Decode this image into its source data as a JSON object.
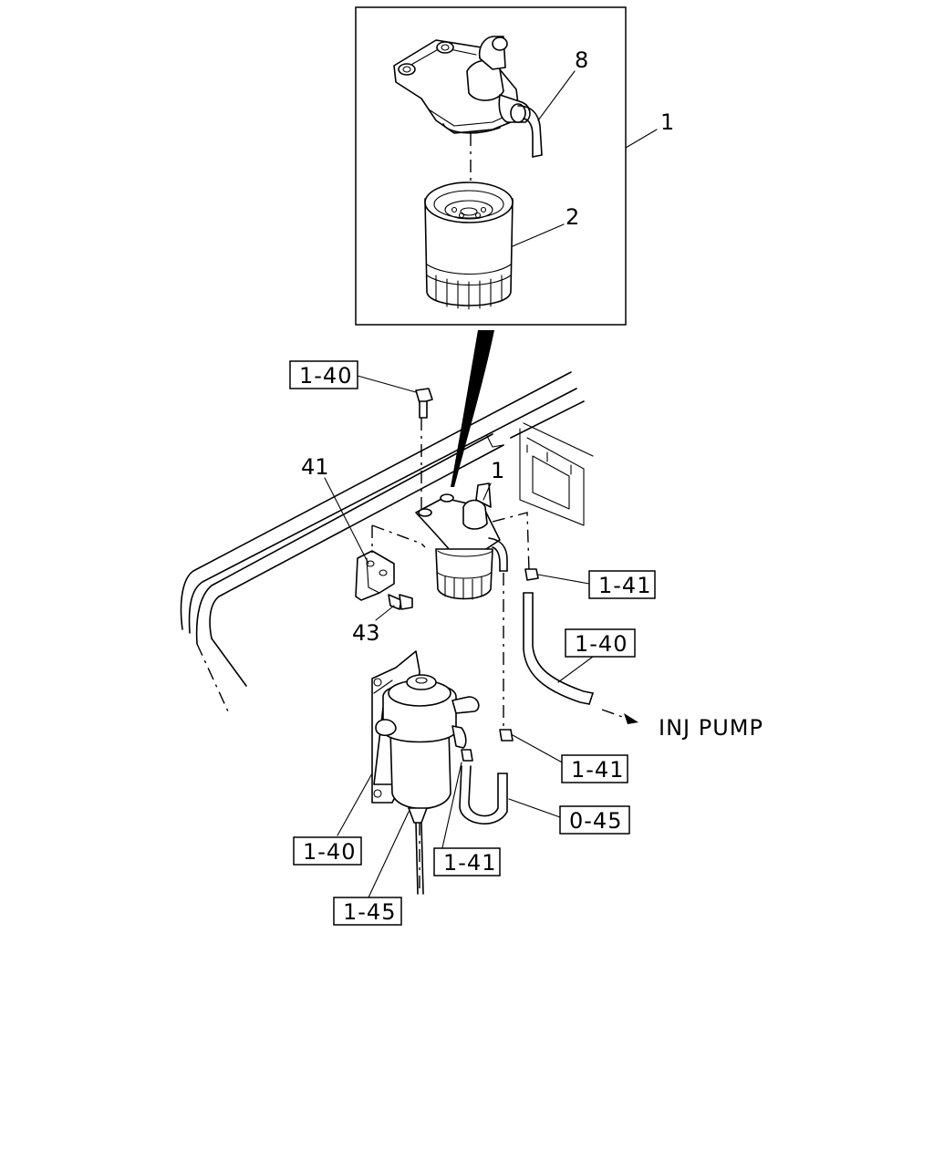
{
  "diagram": {
    "callouts": {
      "c_assembly": "1",
      "c_hose_8": "8",
      "c_filter_2": "2",
      "c_mount_1": "1",
      "c_bracket_41": "41",
      "c_bolt_43": "43"
    },
    "ref_boxes": {
      "ref_bolt": "1-40",
      "ref_clip_upper": "1-41",
      "ref_hose_pump": "1-40",
      "ref_clip_lower": "1-41",
      "ref_hose_sep": "0-45",
      "ref_sep_bracket": "1-40",
      "ref_clip_sep": "1-41",
      "ref_drain": "1-45"
    },
    "annotation": "INJ PUMP"
  }
}
